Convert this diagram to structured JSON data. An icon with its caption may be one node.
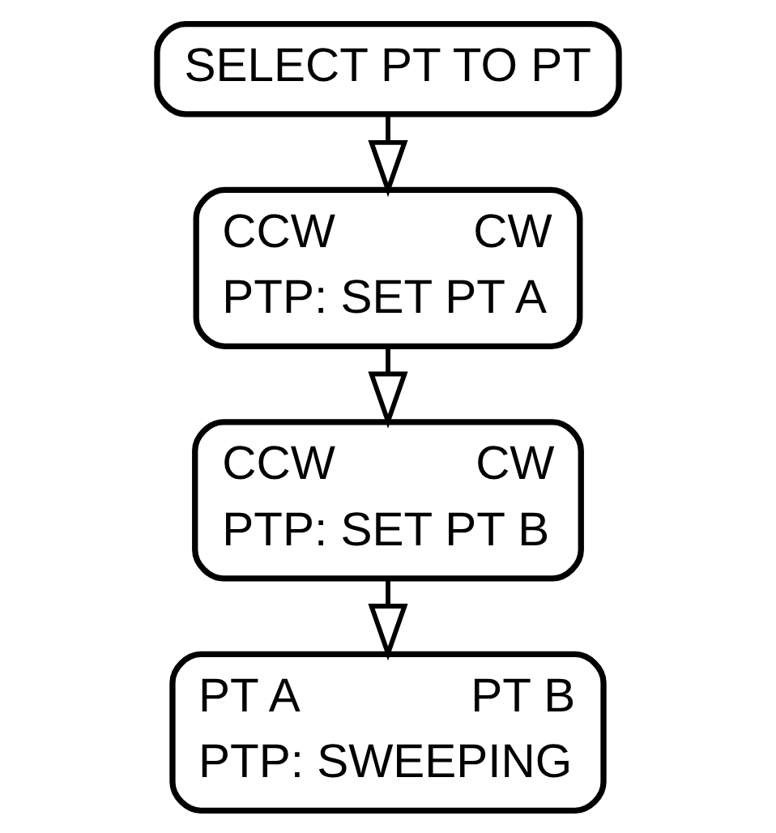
{
  "diagram": {
    "nodes": [
      {
        "text": [
          "SELECT PT TO PT"
        ]
      },
      {
        "text": [
          "CCW",
          "CW",
          "PTP: SET PT A"
        ]
      },
      {
        "text": [
          "CCW",
          "CW",
          "PTP: SET PT B"
        ]
      },
      {
        "text": [
          "PT A",
          "PT B",
          "PTP: SWEEPING"
        ]
      }
    ],
    "edges": [
      {
        "from": 0,
        "to": 1,
        "arrow": "to"
      },
      {
        "from": 1,
        "to": 2,
        "arrow": "to"
      },
      {
        "from": 2,
        "to": 3,
        "arrow": "to"
      }
    ]
  }
}
